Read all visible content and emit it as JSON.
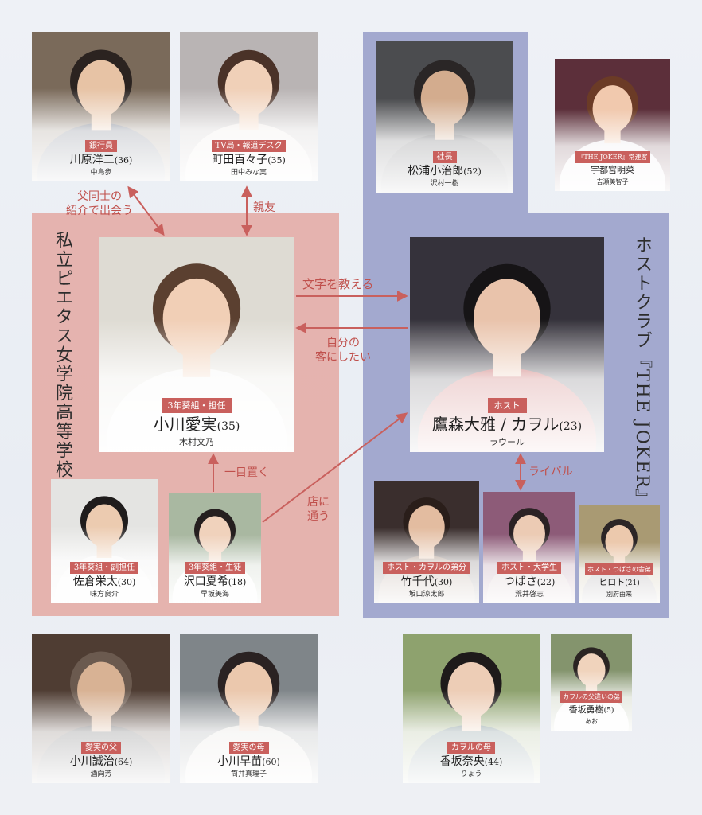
{
  "groups": {
    "school": "私立ピエタス女学院高等学校",
    "club": "ホストクラブ『THE JOKER』"
  },
  "people": {
    "kawahara": {
      "role": "銀行員",
      "name": "川原洋二",
      "age": "(36)",
      "actor": "中島歩"
    },
    "machida": {
      "role": "TV局・報道デスク",
      "name": "町田百々子",
      "age": "(35)",
      "actor": "田中みな実"
    },
    "matsuura": {
      "role": "社長",
      "name": "松浦小治郎",
      "age": "(52)",
      "actor": "沢村一樹"
    },
    "utsunomiya": {
      "role": "『THE JOKER』常連客",
      "name": "宇都宮明菜",
      "age": "",
      "actor": "吉瀬美智子"
    },
    "ogawa_aimi": {
      "role": "3年葵組・担任",
      "name": "小川愛実",
      "age": "(35)",
      "actor": "木村文乃"
    },
    "takamori": {
      "role": "ホスト",
      "name": "鷹森大雅 / カヲル",
      "age": "(23)",
      "actor": "ラウール"
    },
    "sakura": {
      "role": "3年葵組・副担任",
      "name": "佐倉栄太",
      "age": "(30)",
      "actor": "味方良介"
    },
    "sawaguchi": {
      "role": "3年葵組・生徒",
      "name": "沢口夏希",
      "age": "(18)",
      "actor": "早坂美海"
    },
    "takechiyo": {
      "role": "ホスト・カヲルの弟分",
      "name": "竹千代",
      "age": "(30)",
      "actor": "坂口涼太郎"
    },
    "tsubasa": {
      "role": "ホスト・大学生",
      "name": "つばさ",
      "age": "(22)",
      "actor": "荒井啓志"
    },
    "hiroto": {
      "role": "ホスト・つばさの舎弟",
      "name": "ヒロト",
      "age": "(21)",
      "actor": "別府由来"
    },
    "ogawa_seiji": {
      "role": "愛実の父",
      "name": "小川誠治",
      "age": "(64)",
      "actor": "酒向芳"
    },
    "ogawa_sanae": {
      "role": "愛実の母",
      "name": "小川早苗",
      "age": "(60)",
      "actor": "筒井真理子"
    },
    "kosaka_nao": {
      "role": "カヲルの母",
      "name": "香坂奈央",
      "age": "(44)",
      "actor": "りょう"
    },
    "kosaka_yuki": {
      "role": "カヲルの父違いの弟",
      "name": "香坂勇樹",
      "age": "(5)",
      "actor": "あお"
    }
  },
  "relations": {
    "father_intro_1": "父同士の",
    "father_intro_2": "紹介で出会う",
    "close_friend": "親友",
    "teach_letters": "文字を教える",
    "make_customer_1": "自分の",
    "make_customer_2": "客にしたい",
    "admire": "一目置く",
    "visit_shop_1": "店に",
    "visit_shop_2": "通う",
    "rival": "ライバル"
  },
  "colors": {
    "accent": "#c9605d",
    "school_bg": "#e4aea8",
    "club_bg": "#a3a9cf"
  }
}
